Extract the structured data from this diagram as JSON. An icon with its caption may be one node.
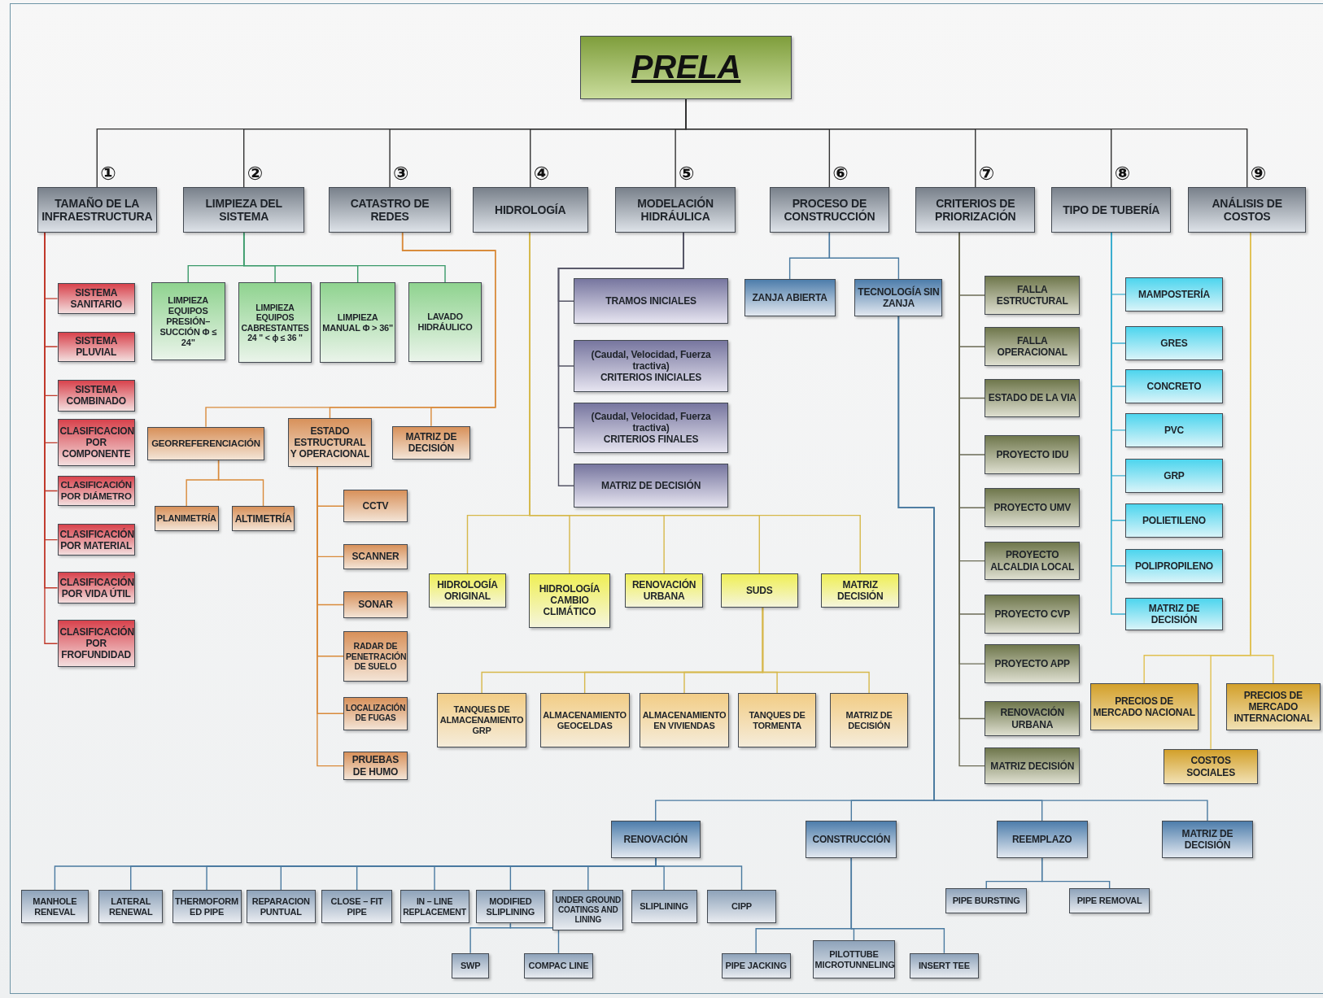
{
  "diagram": {
    "nodes": [
      {
        "text": [
          "PRELA"
        ]
      },
      {
        "text": [
          "TAMAÑO DE LA INFRAESTRUCTURA"
        ],
        "beside": [
          "①"
        ]
      },
      {
        "text": [
          "LIMPIEZA DEL SISTEMA"
        ],
        "beside": [
          "②"
        ]
      },
      {
        "text": [
          "CATASTRO DE REDES"
        ],
        "beside": [
          "③"
        ]
      },
      {
        "text": [
          "HIDROLOGÍA"
        ],
        "beside": [
          "④"
        ]
      },
      {
        "text": [
          "MODELACIÓN HIDRÁULICA"
        ],
        "beside": [
          "⑤"
        ]
      },
      {
        "text": [
          "PROCESO DE CONSTRUCCIÓN"
        ],
        "beside": [
          "⑥"
        ]
      },
      {
        "text": [
          "CRITERIOS DE PRIORIZACIÓN"
        ],
        "beside": [
          "⑦"
        ]
      },
      {
        "text": [
          "TIPO DE TUBERÍA"
        ],
        "beside": [
          "⑧"
        ]
      },
      {
        "text": [
          "ANÁLISIS DE COSTOS"
        ],
        "beside": [
          "⑨"
        ]
      },
      {
        "text": [
          "SISTEMA SANITARIO"
        ]
      },
      {
        "text": [
          "SISTEMA PLUVIAL"
        ]
      },
      {
        "text": [
          "SISTEMA COMBINADO"
        ]
      },
      {
        "text": [
          "CLASIFICACION POR COMPONENTE"
        ]
      },
      {
        "text": [
          "CLASIFICACIÓN POR DIÁMETRO"
        ]
      },
      {
        "text": [
          "CLASIFICACIÓN POR MATERIAL"
        ]
      },
      {
        "text": [
          "CLASIFICACIÓN POR VIDA ÚTIL"
        ]
      },
      {
        "text": [
          "CLASIFICACIÓN POR FROFUNDIDAD"
        ]
      },
      {
        "text": [
          "LIMPIEZA EQUIPOS PRESIÓN–SUCCIÓN Φ ≤ 24\""
        ]
      },
      {
        "text": [
          "LIMPIEZA EQUIPOS CABRESTANTES 24 \" < ϕ ≤ 36 \""
        ]
      },
      {
        "text": [
          "LIMPIEZA MANUAL Φ > 36\""
        ]
      },
      {
        "text": [
          "LAVADO HIDRÁULICO"
        ]
      },
      {
        "text": [
          "GEORREFERENCIACIÓN"
        ]
      },
      {
        "text": [
          "ESTADO ESTRUCTURAL Y OPERACIONAL"
        ]
      },
      {
        "text": [
          "MATRIZ DE DECISIÓN"
        ]
      },
      {
        "text": [
          "PLANIMETRÍA"
        ]
      },
      {
        "text": [
          "ALTIMETRÍA"
        ]
      },
      {
        "text": [
          "CCTV"
        ]
      },
      {
        "text": [
          "SCANNER"
        ]
      },
      {
        "text": [
          "SONAR"
        ]
      },
      {
        "text": [
          "RADAR DE PENETRACIÓN DE SUELO"
        ]
      },
      {
        "text": [
          "LOCALIZACIÓN DE FUGAS"
        ]
      },
      {
        "text": [
          "PRUEBAS DE HUMO"
        ]
      },
      {
        "text": [
          "HIDROLOGÍA ORIGINAL"
        ]
      },
      {
        "text": [
          "HIDROLOGÍA CAMBIO CLIMÁTICO"
        ]
      },
      {
        "text": [
          "RENOVACIÓN URBANA"
        ]
      },
      {
        "text": [
          "SUDS"
        ]
      },
      {
        "text": [
          "MATRIZ DECISIÓN"
        ]
      },
      {
        "text": [
          "TANQUES DE ALMACENAMIENTO GRP"
        ]
      },
      {
        "text": [
          "ALMACENAMIENTO GEOCELDAS"
        ]
      },
      {
        "text": [
          "ALMACENAMIENTO EN VIVIENDAS"
        ]
      },
      {
        "text": [
          "TANQUES DE TORMENTA"
        ]
      },
      {
        "text": [
          "MATRIZ DE DECISIÓN"
        ]
      },
      {
        "text": [
          "TRAMOS INICIALES"
        ]
      },
      {
        "text": [
          "(Caudal, Velocidad, Fuerza tractiva)",
          "CRITERIOS INICIALES"
        ]
      },
      {
        "text": [
          "(Caudal, Velocidad, Fuerza tractiva)",
          "CRITERIOS FINALES"
        ]
      },
      {
        "text": [
          "MATRIZ DE DECISIÓN"
        ]
      },
      {
        "text": [
          "ZANJA ABIERTA"
        ]
      },
      {
        "text": [
          "TECNOLOGÍA SIN ZANJA"
        ]
      },
      {
        "text": [
          "RENOVACIÓN"
        ]
      },
      {
        "text": [
          "CONSTRUCCIÓN"
        ]
      },
      {
        "text": [
          "REEMPLAZO"
        ]
      },
      {
        "text": [
          "MATRIZ DE DECISIÓN"
        ]
      },
      {
        "text": [
          "MANHOLE RENEVAL"
        ]
      },
      {
        "text": [
          "LATERAL RENEWAL"
        ]
      },
      {
        "text": [
          "THERMOFORM ED PIPE"
        ]
      },
      {
        "text": [
          "REPARACION PUNTUAL"
        ]
      },
      {
        "text": [
          "CLOSE – FIT PIPE"
        ]
      },
      {
        "text": [
          "IN – LINE REPLACEMENT"
        ]
      },
      {
        "text": [
          "MODIFIED SLIPLINING"
        ]
      },
      {
        "text": [
          "UNDER GROUND COATINGS AND LINING"
        ]
      },
      {
        "text": [
          "SLIPLINING"
        ]
      },
      {
        "text": [
          "CIPP"
        ]
      },
      {
        "text": [
          "SWP"
        ]
      },
      {
        "text": [
          "COMPAC LINE"
        ]
      },
      {
        "text": [
          "PIPE JACKING"
        ]
      },
      {
        "text": [
          "PILOTTUBE MICROTUNNELING"
        ]
      },
      {
        "text": [
          "INSERT TEE"
        ]
      },
      {
        "text": [
          "PIPE BURSTING"
        ]
      },
      {
        "text": [
          "PIPE REMOVAL"
        ]
      },
      {
        "text": [
          "FALLA ESTRUCTURAL"
        ]
      },
      {
        "text": [
          "FALLA OPERACIONAL"
        ]
      },
      {
        "text": [
          "ESTADO DE LA VIA"
        ]
      },
      {
        "text": [
          "PROYECTO IDU"
        ]
      },
      {
        "text": [
          "PROYECTO UMV"
        ]
      },
      {
        "text": [
          "PROYECTO ALCALDIA LOCAL"
        ]
      },
      {
        "text": [
          "PROYECTO CVP"
        ]
      },
      {
        "text": [
          "PROYECTO APP"
        ]
      },
      {
        "text": [
          "RENOVACIÓN URBANA"
        ]
      },
      {
        "text": [
          "MATRIZ DECISIÓN"
        ]
      },
      {
        "text": [
          "MAMPOSTERÍA"
        ]
      },
      {
        "text": [
          "GRES"
        ]
      },
      {
        "text": [
          "CONCRETO"
        ]
      },
      {
        "text": [
          "PVC"
        ]
      },
      {
        "text": [
          "GRP"
        ]
      },
      {
        "text": [
          "POLIETILENO"
        ]
      },
      {
        "text": [
          "POLIPROPILENO"
        ]
      },
      {
        "text": [
          "MATRIZ DE DECISIÓN"
        ]
      },
      {
        "text": [
          "PRECIOS DE MERCADO NACIONAL"
        ]
      },
      {
        "text": [
          "PRECIOS DE MERCADO INTERNACIONAL"
        ]
      },
      {
        "text": [
          "COSTOS SOCIALES"
        ]
      }
    ],
    "edges": [
      {
        "from": 0,
        "to": 1,
        "arrow": "none",
        "color": "#333333"
      },
      {
        "from": 0,
        "to": 2,
        "arrow": "none",
        "color": "#333333"
      },
      {
        "from": 0,
        "to": 3,
        "arrow": "none",
        "color": "#333333"
      },
      {
        "from": 0,
        "to": 4,
        "arrow": "none",
        "color": "#333333"
      },
      {
        "from": 0,
        "to": 5,
        "arrow": "none",
        "color": "#333333"
      },
      {
        "from": 0,
        "to": 6,
        "arrow": "none",
        "color": "#333333"
      },
      {
        "from": 0,
        "to": 7,
        "arrow": "none",
        "color": "#333333"
      },
      {
        "from": 0,
        "to": 8,
        "arrow": "none",
        "color": "#333333"
      },
      {
        "from": 0,
        "to": 9,
        "arrow": "none",
        "color": "#333333"
      },
      {
        "from": 1,
        "to": 10,
        "arrow": "none",
        "color": "#c0392b"
      },
      {
        "from": 1,
        "to": 11,
        "arrow": "none",
        "color": "#c0392b"
      },
      {
        "from": 1,
        "to": 12,
        "arrow": "none",
        "color": "#c0392b"
      },
      {
        "from": 1,
        "to": 13,
        "arrow": "none",
        "color": "#c0392b"
      },
      {
        "from": 1,
        "to": 14,
        "arrow": "none",
        "color": "#c0392b"
      },
      {
        "from": 1,
        "to": 15,
        "arrow": "none",
        "color": "#c0392b"
      },
      {
        "from": 1,
        "to": 16,
        "arrow": "none",
        "color": "#c0392b"
      },
      {
        "from": 1,
        "to": 17,
        "arrow": "none",
        "color": "#c0392b"
      },
      {
        "from": 2,
        "to": 18,
        "arrow": "none",
        "color": "#3a9a6a"
      },
      {
        "from": 2,
        "to": 19,
        "arrow": "none",
        "color": "#3a9a6a"
      },
      {
        "from": 2,
        "to": 20,
        "arrow": "none",
        "color": "#3a9a6a"
      },
      {
        "from": 2,
        "to": 21,
        "arrow": "none",
        "color": "#3a9a6a"
      },
      {
        "from": 3,
        "to": 22,
        "arrow": "none",
        "color": "#d98a3a"
      },
      {
        "from": 3,
        "to": 23,
        "arrow": "none",
        "color": "#d98a3a"
      },
      {
        "from": 3,
        "to": 24,
        "arrow": "none",
        "color": "#d98a3a"
      },
      {
        "from": 22,
        "to": 25,
        "arrow": "none",
        "color": "#d98a3a"
      },
      {
        "from": 22,
        "to": 26,
        "arrow": "none",
        "color": "#d98a3a"
      },
      {
        "from": 23,
        "to": 27,
        "arrow": "none",
        "color": "#d98a3a"
      },
      {
        "from": 23,
        "to": 28,
        "arrow": "none",
        "color": "#d98a3a"
      },
      {
        "from": 23,
        "to": 29,
        "arrow": "none",
        "color": "#d98a3a"
      },
      {
        "from": 23,
        "to": 30,
        "arrow": "none",
        "color": "#d98a3a"
      },
      {
        "from": 23,
        "to": 31,
        "arrow": "none",
        "color": "#d98a3a"
      },
      {
        "from": 23,
        "to": 32,
        "arrow": "none",
        "color": "#d98a3a"
      },
      {
        "from": 4,
        "to": 33,
        "arrow": "none",
        "color": "#d6b84a"
      },
      {
        "from": 4,
        "to": 34,
        "arrow": "none",
        "color": "#d6b84a"
      },
      {
        "from": 4,
        "to": 35,
        "arrow": "none",
        "color": "#d6b84a"
      },
      {
        "from": 4,
        "to": 36,
        "arrow": "none",
        "color": "#d6b84a"
      },
      {
        "from": 4,
        "to": 37,
        "arrow": "none",
        "color": "#d6b84a"
      },
      {
        "from": 36,
        "to": 38,
        "arrow": "none",
        "color": "#d6b84a"
      },
      {
        "from": 36,
        "to": 39,
        "arrow": "none",
        "color": "#d6b84a"
      },
      {
        "from": 36,
        "to": 40,
        "arrow": "none",
        "color": "#d6b84a"
      },
      {
        "from": 36,
        "to": 41,
        "arrow": "none",
        "color": "#d6b84a"
      },
      {
        "from": 36,
        "to": 42,
        "arrow": "none",
        "color": "#d6b84a"
      },
      {
        "from": 5,
        "to": 43,
        "arrow": "none",
        "color": "#555566"
      },
      {
        "from": 5,
        "to": 44,
        "arrow": "none",
        "color": "#555566"
      },
      {
        "from": 5,
        "to": 45,
        "arrow": "none",
        "color": "#555566"
      },
      {
        "from": 5,
        "to": 46,
        "arrow": "none",
        "color": "#555566"
      },
      {
        "from": 6,
        "to": 47,
        "arrow": "none"
      },
      {
        "from": 6,
        "to": 48,
        "arrow": "none"
      },
      {
        "from": 48,
        "to": 49,
        "arrow": "none"
      },
      {
        "from": 48,
        "to": 50,
        "arrow": "none"
      },
      {
        "from": 48,
        "to": 51,
        "arrow": "none"
      },
      {
        "from": 48,
        "to": 52,
        "arrow": "none"
      },
      {
        "from": 49,
        "to": 53,
        "arrow": "none"
      },
      {
        "from": 49,
        "to": 54,
        "arrow": "none"
      },
      {
        "from": 49,
        "to": 55,
        "arrow": "none"
      },
      {
        "from": 49,
        "to": 56,
        "arrow": "none"
      },
      {
        "from": 49,
        "to": 57,
        "arrow": "none"
      },
      {
        "from": 49,
        "to": 58,
        "arrow": "none"
      },
      {
        "from": 49,
        "to": 59,
        "arrow": "none"
      },
      {
        "from": 49,
        "to": 60,
        "arrow": "none"
      },
      {
        "from": 49,
        "to": 61,
        "arrow": "none"
      },
      {
        "from": 49,
        "to": 62,
        "arrow": "none"
      },
      {
        "from": 59,
        "to": 63,
        "arrow": "none"
      },
      {
        "from": 59,
        "to": 64,
        "arrow": "none"
      },
      {
        "from": 50,
        "to": 65,
        "arrow": "none"
      },
      {
        "from": 50,
        "to": 66,
        "arrow": "none"
      },
      {
        "from": 50,
        "to": 67,
        "arrow": "none"
      },
      {
        "from": 51,
        "to": 68,
        "arrow": "none"
      },
      {
        "from": 51,
        "to": 69,
        "arrow": "none"
      },
      {
        "from": 7,
        "to": 70,
        "arrow": "none",
        "color": "#6b6b55"
      },
      {
        "from": 7,
        "to": 71,
        "arrow": "none",
        "color": "#6b6b55"
      },
      {
        "from": 7,
        "to": 72,
        "arrow": "none",
        "color": "#6b6b55"
      },
      {
        "from": 7,
        "to": 73,
        "arrow": "none",
        "color": "#6b6b55"
      },
      {
        "from": 7,
        "to": 74,
        "arrow": "none",
        "color": "#6b6b55"
      },
      {
        "from": 7,
        "to": 75,
        "arrow": "none",
        "color": "#6b6b55"
      },
      {
        "from": 7,
        "to": 76,
        "arrow": "none",
        "color": "#6b6b55"
      },
      {
        "from": 7,
        "to": 77,
        "arrow": "none",
        "color": "#6b6b55"
      },
      {
        "from": 7,
        "to": 78,
        "arrow": "none",
        "color": "#6b6b55"
      },
      {
        "from": 7,
        "to": 79,
        "arrow": "none",
        "color": "#6b6b55"
      },
      {
        "from": 8,
        "to": 80,
        "arrow": "none",
        "color": "#3aaed0"
      },
      {
        "from": 8,
        "to": 81,
        "arrow": "none",
        "color": "#3aaed0"
      },
      {
        "from": 8,
        "to": 82,
        "arrow": "none",
        "color": "#3aaed0"
      },
      {
        "from": 8,
        "to": 83,
        "arrow": "none",
        "color": "#3aaed0"
      },
      {
        "from": 8,
        "to": 84,
        "arrow": "none",
        "color": "#3aaed0"
      },
      {
        "from": 8,
        "to": 85,
        "arrow": "none",
        "color": "#3aaed0"
      },
      {
        "from": 8,
        "to": 86,
        "arrow": "none",
        "color": "#3aaed0"
      },
      {
        "from": 8,
        "to": 87,
        "arrow": "none",
        "color": "#3aaed0"
      },
      {
        "from": 9,
        "to": 88,
        "arrow": "none",
        "color": "#e0c050"
      },
      {
        "from": 9,
        "to": 89,
        "arrow": "none",
        "color": "#e0c050"
      },
      {
        "from": 9,
        "to": 90,
        "arrow": "none",
        "color": "#e0c050"
      }
    ]
  }
}
